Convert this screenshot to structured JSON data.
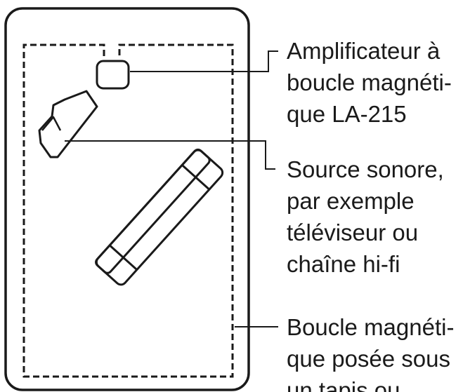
{
  "labels": {
    "amplifier": {
      "lines": [
        "Amplificateur à",
        "boucle  magnéti-",
        "que LA-215"
      ]
    },
    "source": {
      "lines": [
        "Source sonore,",
        "par exemple",
        "téléviseur ou",
        "chaîne hi-fi"
      ]
    },
    "loop": {
      "lines": [
        "Boucle magnéti-",
        "que posée sous",
        "un tapis ou"
      ]
    }
  }
}
